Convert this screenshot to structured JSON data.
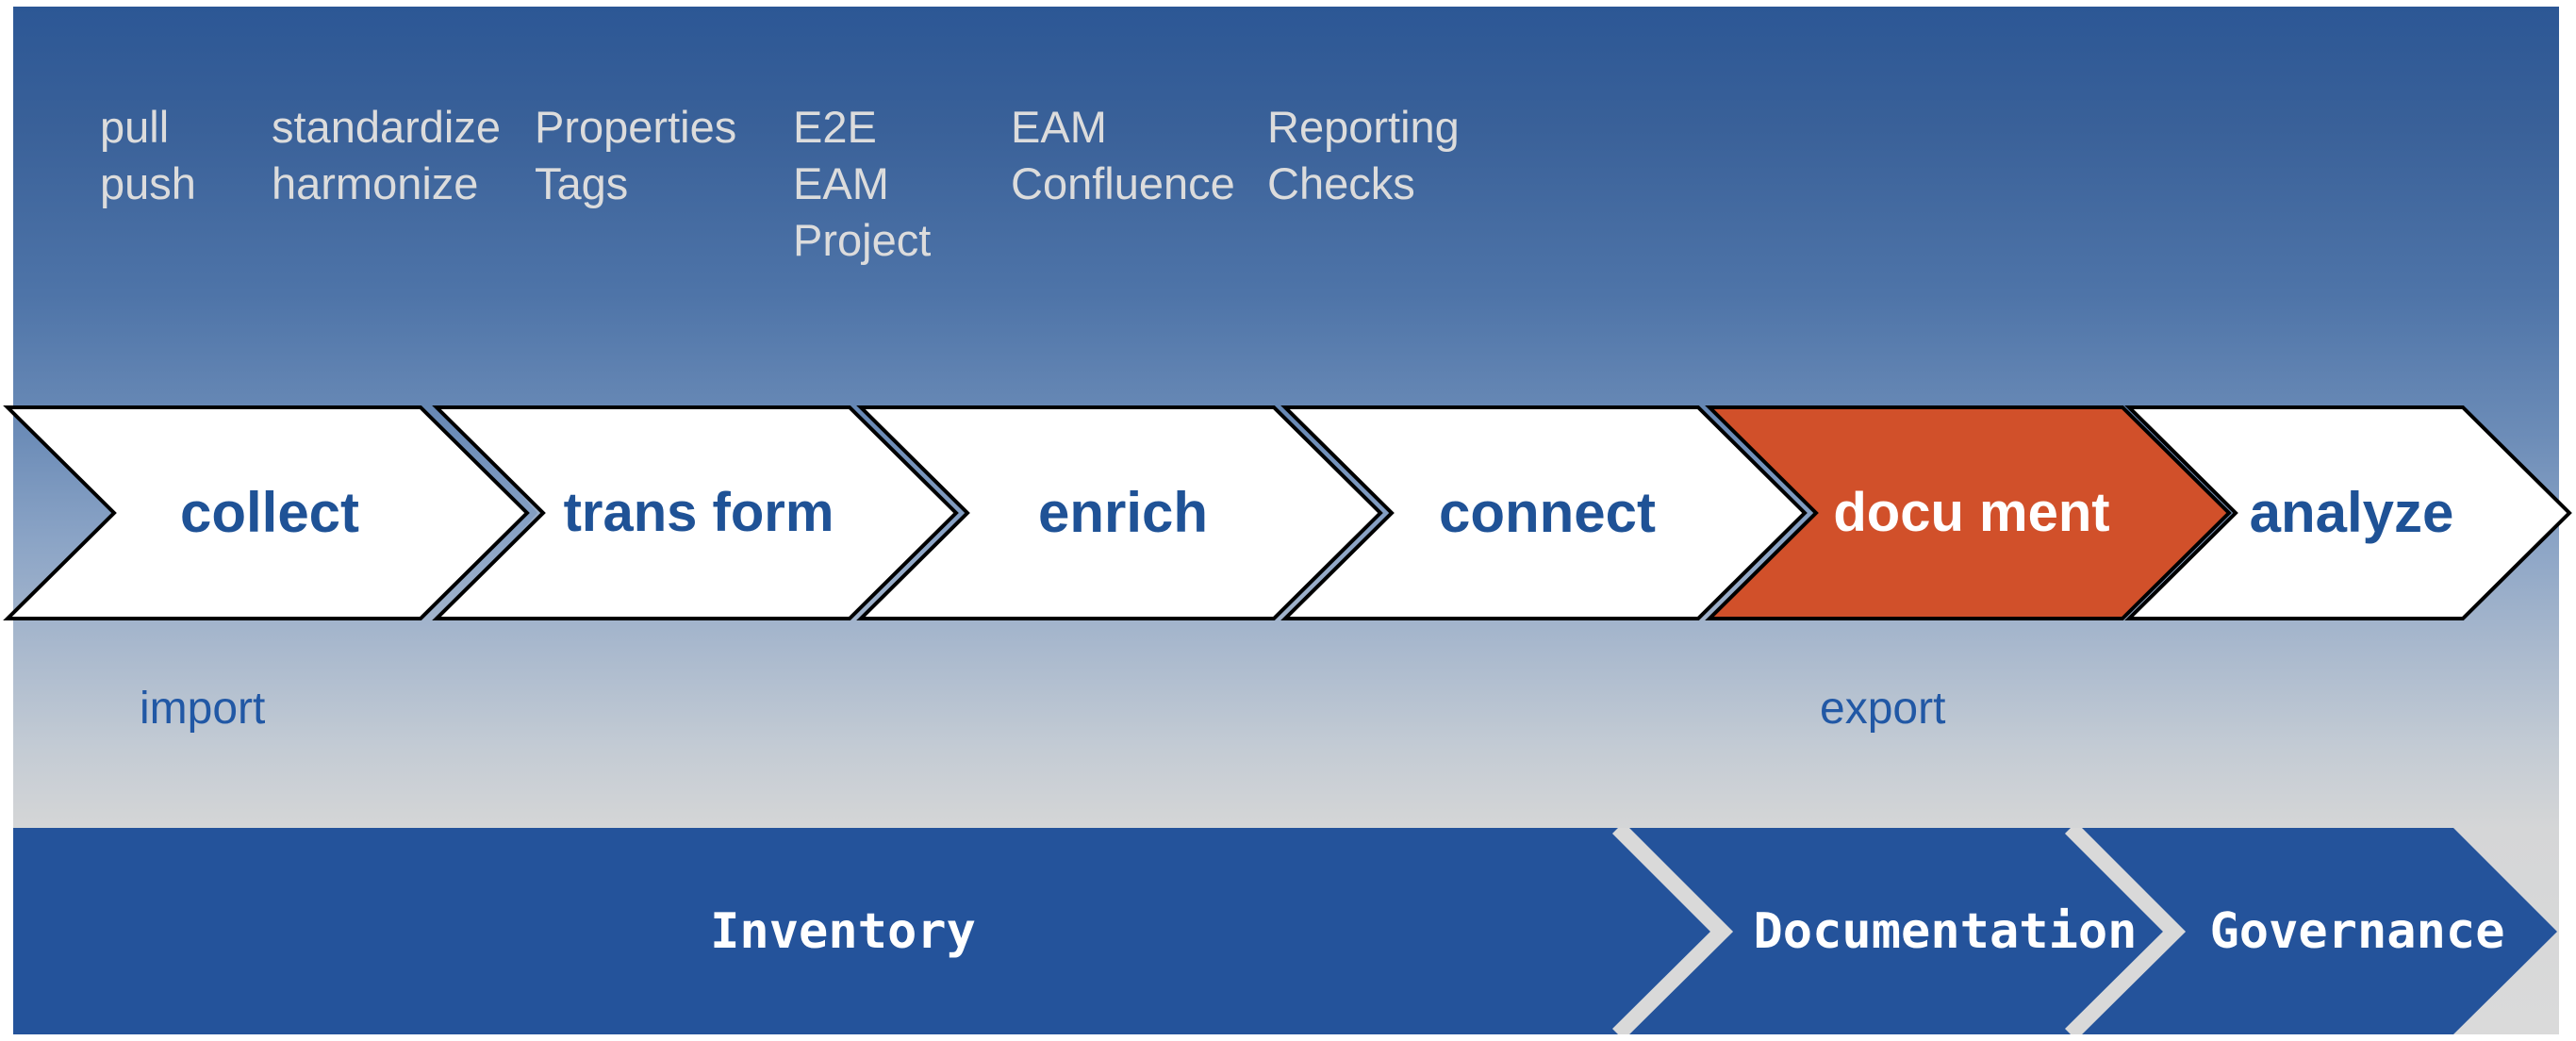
{
  "colors": {
    "bg_top": "#2c5795",
    "bg_bottom": "#dadada",
    "chevron_fill": "#ffffff",
    "chevron_stroke": "#000000",
    "chevron_accent": "#d1502a",
    "chevron_shadow": "#8ba4c6",
    "label_blue": "#1f5296",
    "label_white": "#ffffff",
    "desc_text": "#dcdcdc",
    "io_text": "#2158a5",
    "band_blue": "#24539b",
    "band_separator": "#d9d9d9"
  },
  "stages": [
    {
      "key": "collect",
      "label": "collect",
      "descriptors": "pull\npush"
    },
    {
      "key": "transform",
      "label": "trans\nform",
      "descriptors": "standardize\nharmonize"
    },
    {
      "key": "enrich",
      "label": "enrich",
      "descriptors": "Properties\nTags"
    },
    {
      "key": "connect",
      "label": "connect",
      "descriptors": "E2E\nEAM\nProject"
    },
    {
      "key": "document",
      "label": "docu\nment",
      "descriptors": "EAM\nConfluence"
    },
    {
      "key": "analyze",
      "label": "analyze",
      "descriptors": "Reporting\nChecks"
    }
  ],
  "flow_labels": {
    "import": "import",
    "export": "export"
  },
  "band": {
    "segments": [
      {
        "key": "inventory",
        "label": "Inventory"
      },
      {
        "key": "documentation",
        "label": "Documentation"
      },
      {
        "key": "governance",
        "label": "Governance"
      }
    ]
  }
}
